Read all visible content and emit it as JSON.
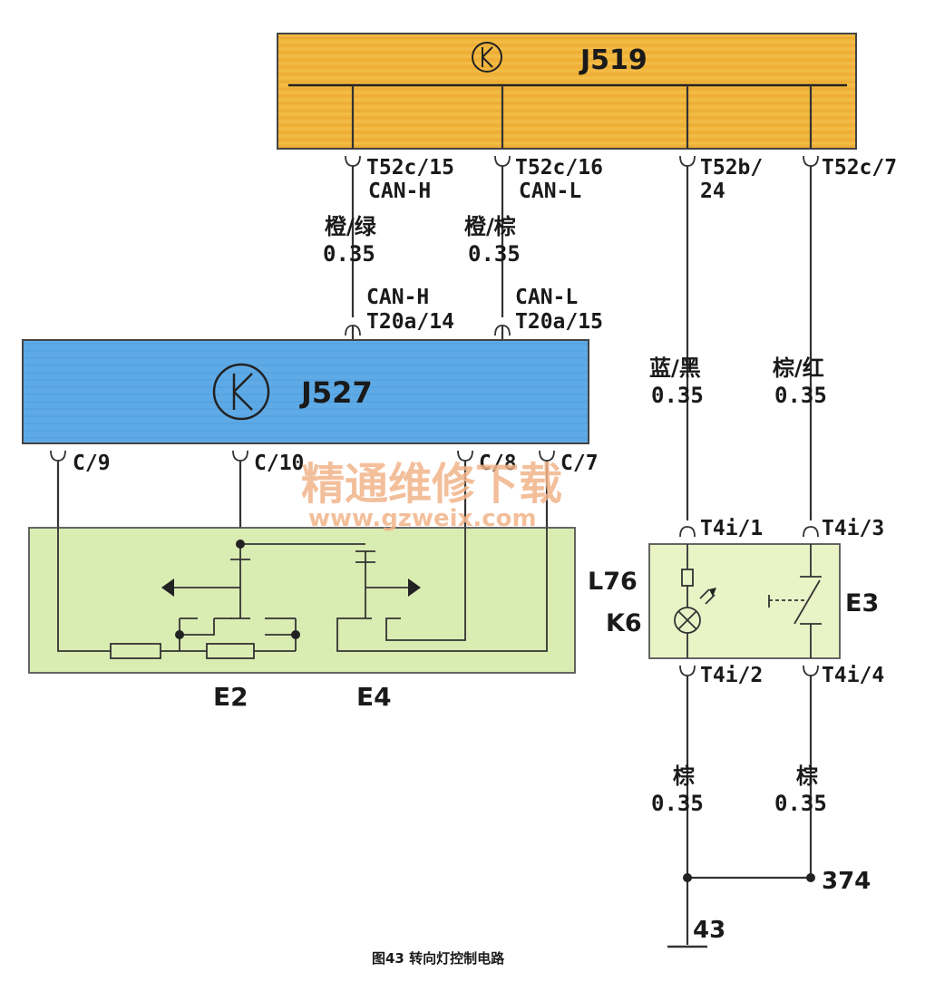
{
  "modules": {
    "j519": {
      "name": "J519",
      "color": "#f0b43a"
    },
    "j527": {
      "name": "J527",
      "color": "#5aa9e6"
    },
    "switch_block": {
      "color": "#d8ecb0"
    },
    "lamp_block": {
      "color": "#e8f3c4"
    }
  },
  "pins": {
    "t52c15": "T52c/15",
    "t52c15_sig": "CAN-H",
    "t52c16": "T52c/16",
    "t52c16_sig": "CAN-L",
    "t52b24_a": "T52b/",
    "t52b24_b": "24",
    "t52c7": "T52c/7",
    "t20a14_sig": "CAN-H",
    "t20a14": "T20a/14",
    "t20a15_sig": "CAN-L",
    "t20a15": "T20a/15",
    "c9": "C/9",
    "c10": "C/10",
    "c8": "C/8",
    "c7": "C/7",
    "t4i1": "T4i/1",
    "t4i3": "T4i/3",
    "t4i2": "T4i/2",
    "t4i4": "T4i/4"
  },
  "wires": {
    "w1": {
      "color": "橙/绿",
      "size": "0.35"
    },
    "w2": {
      "color": "橙/棕",
      "size": "0.35"
    },
    "w3": {
      "color": "蓝/黑",
      "size": "0.35"
    },
    "w4": {
      "color": "棕/红",
      "size": "0.35"
    },
    "w5": {
      "color": "棕",
      "size": "0.35"
    },
    "w6": {
      "color": "棕",
      "size": "0.35"
    }
  },
  "components": {
    "e2": "E2",
    "e4": "E4",
    "e3": "E3",
    "l76": "L76",
    "k6": "K6"
  },
  "points": {
    "p374": "374",
    "p43": "43"
  },
  "watermark": {
    "cn": "精通维修下载",
    "url": "www.gzweix.com",
    "color": "#f2b48a"
  },
  "caption": "图43 转向灯控制电路"
}
